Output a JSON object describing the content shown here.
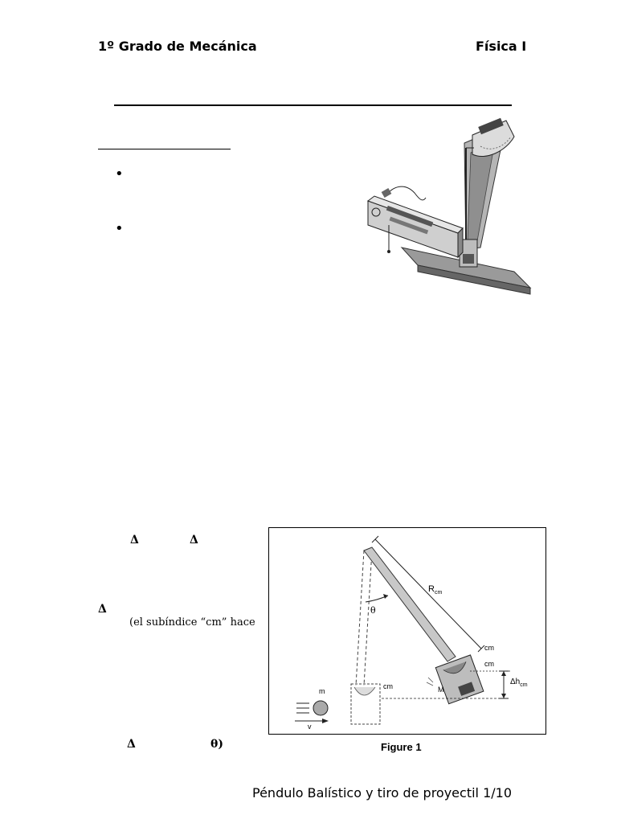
{
  "header": {
    "left": "1º Grado de Mecánica",
    "right": "Física I"
  },
  "bullets": [
    "•",
    "•"
  ],
  "left_column": {
    "delta_a": "Δ",
    "delta_b": "Δ",
    "delta_c": "Δ",
    "subindex_note": "(el subíndice “cm” hace",
    "delta_d": "Δ",
    "theta_paren": "θ)"
  },
  "figure": {
    "labels": {
      "r_cm": "R",
      "r_cm_sub": "cm",
      "theta": "θ",
      "cm_top": "cm",
      "cm_mid": "cm",
      "delta_h": "Δh",
      "delta_h_sub": "cm",
      "m_label": "M",
      "cm_left": "cm",
      "ball_m": "m",
      "velocity": "v"
    },
    "caption": "Figure 1"
  },
  "footer": {
    "text": "Péndulo Balístico y tiro de proyectil 1/10"
  }
}
